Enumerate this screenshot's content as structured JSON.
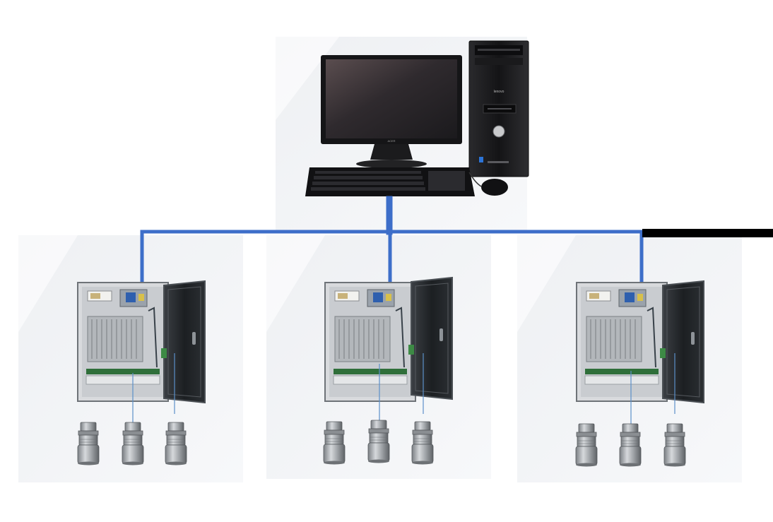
{
  "diagram": {
    "workstation": {
      "monitor_brand": "ACER",
      "tower_brand": "lenovo"
    },
    "network_line_color": "#3d6ec9",
    "stations": [
      {
        "sensors": 3
      },
      {
        "sensors": 3
      },
      {
        "sensors": 3
      }
    ]
  }
}
